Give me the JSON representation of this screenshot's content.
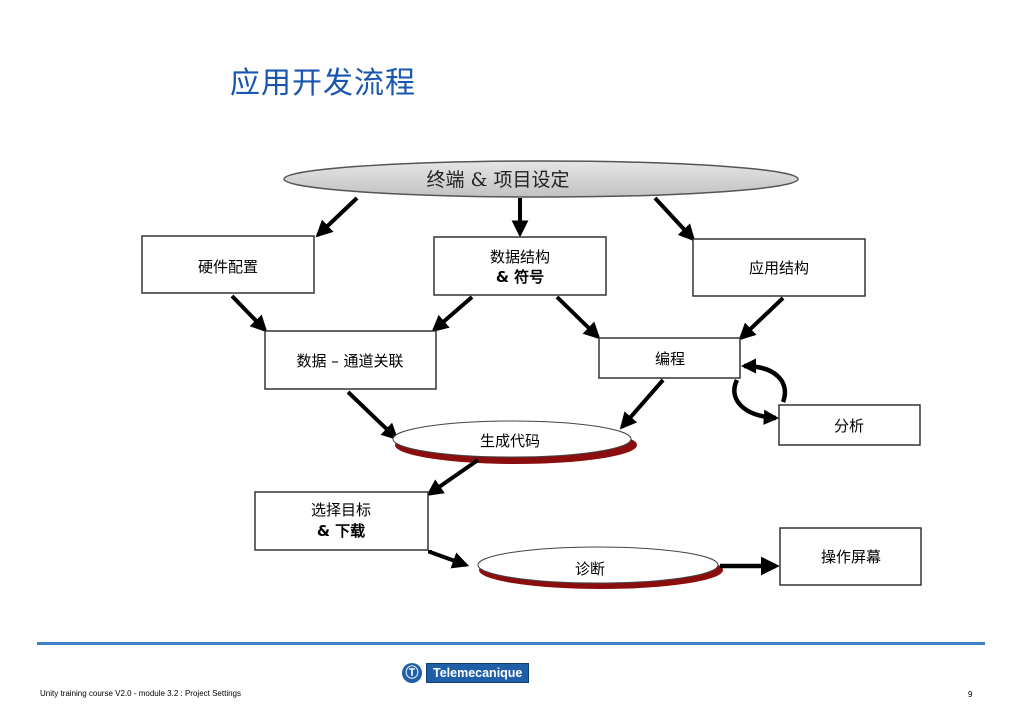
{
  "slide": {
    "title": "应用开发流程",
    "footer_left": "Unity training course V2.0 - module 3.2  : Project Settings",
    "page_number": "9",
    "logo_text": "Telemecanique",
    "logo_mark": "Ⓣ"
  },
  "diagram": {
    "terminal": "终端 & 项目设定",
    "hardware": "硬件配置",
    "data_struct_line1": "数据结构",
    "data_struct_line2": "& 符号",
    "app_struct": "应用结构",
    "data_channel": "数据 – 通道关联",
    "programming": "编程",
    "analysis": "分析",
    "generate_code": "生成代码",
    "select_target_line1": "选择目标",
    "select_target_line2": "& 下载",
    "diagnosis": "诊断",
    "operator_screen": "操作屏幕"
  }
}
